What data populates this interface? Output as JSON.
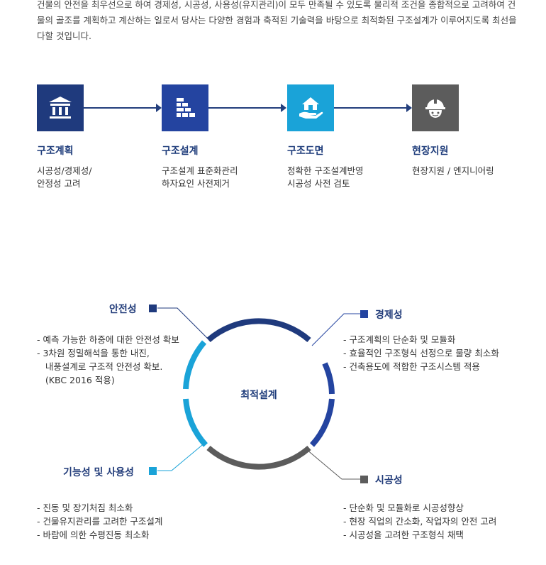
{
  "intro": "건물의 안전을 최우선으로 하여 경제성, 시공성, 사용성(유지관리)이 모두 만족될 수 있도록 물리적 조건을 종합적으로 고려하여 건물의 골조를 계획하고 계산하는 일로서 당사는 다양한 경험과 축적된 기술력을 바탕으로 최적화된 구조설계가 이루어지도록 최선을 다할 것입니다.",
  "steps": [
    {
      "title": "구조계획",
      "desc": [
        "시공성/경제성/",
        "안정성 고려"
      ],
      "icon": "bank-icon",
      "color": "#1f3a7d"
    },
    {
      "title": "구조설계",
      "desc": [
        "구조설계 표준화관리",
        "하자요인 사전제거"
      ],
      "icon": "bricks-icon",
      "color": "#2444a0"
    },
    {
      "title": "구조도면",
      "desc": [
        "정확한 구조설계반영",
        "시공성 사전 검토"
      ],
      "icon": "house-hand-icon",
      "color": "#1aa3d8"
    },
    {
      "title": "현장지원",
      "desc": [
        "현장지원 / 엔지니어링"
      ],
      "icon": "helmet-icon",
      "color": "#5c5c5c"
    }
  ],
  "center_label": "최적설계",
  "categories": {
    "safety": {
      "label": "안전성",
      "color": "#1f3a7d",
      "items": [
        "- 예측 가능한 하중에 대한 안전성 확보",
        "- 3차원 정밀해석을 통한 내진,",
        "   내풍설계로 구조적 안전성 확보.",
        "   (KBC 2016 적용)"
      ]
    },
    "economy": {
      "label": "경제성",
      "color": "#2444a0",
      "items": [
        "- 구조계획의 단순화 및 모듈화",
        "- 효율적인 구조형식 선정으로 물량 최소화",
        "- 건축용도에 적합한 구조시스템 적용"
      ]
    },
    "function": {
      "label": "기능성 및 사용성",
      "color": "#1aa3d8",
      "items": [
        "- 진동 및 장기처짐 최소화",
        "- 건물유지관리를 고려한 구조설계",
        "- 바람에 의한 수평진동 최소화"
      ]
    },
    "construct": {
      "label": "시공성",
      "color": "#5c5c5c",
      "items": [
        "- 단순화 및 모듈화로 시공성향상",
        "- 현장 직업의 간소화, 작업자의 안전 고려",
        "- 시공성을 고려한 구조형식 채택"
      ]
    }
  }
}
